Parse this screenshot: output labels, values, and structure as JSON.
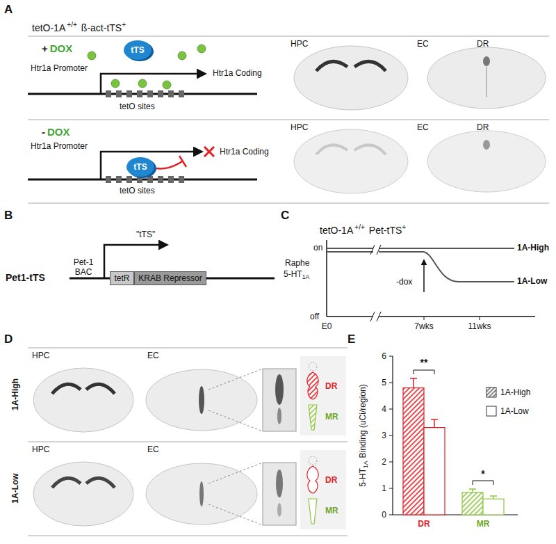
{
  "diagram": {
    "nodes": [
      {
        "text": [
          "tTS"
        ]
      },
      {
        "text": [
          "tTS"
        ]
      },
      {
        "text": [
          "tetR"
        ]
      },
      {
        "text": [
          "KRAB Repressor"
        ]
      }
    ],
    "labels": [
      "A",
      "tetO-1A",
      "+/+",
      "ß-act-tTS",
      "+",
      "+",
      "DOX",
      "Htr1a Promoter",
      "Htr1a Coding",
      "tetO sites",
      "HPC",
      "EC",
      "DR",
      "-",
      "DOX",
      "Htr1a Promoter",
      "Htr1a Coding",
      "tetO sites",
      "HPC",
      "EC",
      "DR",
      "B",
      "Pet1-tTS",
      "Pet-1 BAC",
      "\"tTS\"",
      "C",
      "tetO-1A",
      "+/+",
      "Pet-tTS",
      "+",
      "Raphe",
      "5-HT",
      "1A",
      "on",
      "off",
      "E0",
      "7wks",
      "11wks",
      "-dox",
      "1A-High",
      "1A-Low",
      "D",
      "1A-High",
      "HPC",
      "EC",
      "DR",
      "MR",
      "1A-Low",
      "HPC",
      "EC",
      "DR",
      "MR",
      "E",
      "5-HT",
      "1A",
      "Binding (uCi/region)",
      "0",
      "1",
      "2",
      "3",
      "4",
      "5",
      "6",
      "DR",
      "MR",
      "**",
      "*"
    ],
    "legend": [
      {
        "text": "1A-High"
      },
      {
        "text": "1A-Low"
      }
    ]
  }
}
